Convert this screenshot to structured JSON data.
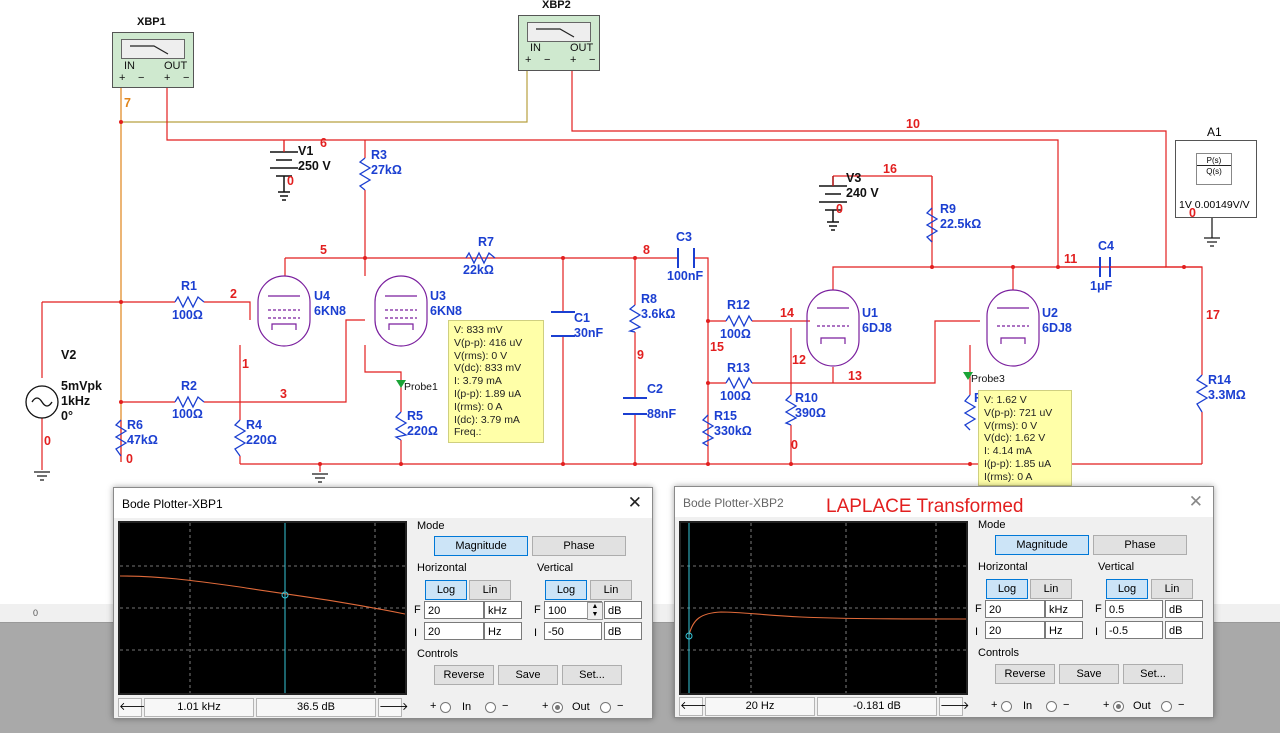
{
  "schematic": {
    "instruments": {
      "xbp1": "XBP1",
      "xbp2": "XBP2",
      "in": "IN",
      "out": "OUT",
      "plus": "+",
      "minus": "−"
    },
    "components": {
      "R1": {
        "name": "R1",
        "value": "100Ω"
      },
      "R2": {
        "name": "R2",
        "value": "100Ω"
      },
      "R3": {
        "name": "R3",
        "value": "27kΩ"
      },
      "R4": {
        "name": "R4",
        "value": "220Ω"
      },
      "R5": {
        "name": "R5",
        "value": "220Ω"
      },
      "R6": {
        "name": "R6",
        "value": "47kΩ"
      },
      "R7": {
        "name": "R7",
        "value": "22kΩ"
      },
      "R8": {
        "name": "R8",
        "value": "3.6kΩ"
      },
      "R9": {
        "name": "R9",
        "value": "22.5kΩ"
      },
      "R10": {
        "name": "R10",
        "value": "390Ω"
      },
      "R12": {
        "name": "R12",
        "value": "100Ω"
      },
      "R13": {
        "name": "R13",
        "value": "100Ω"
      },
      "R14": {
        "name": "R14",
        "value": "3.3MΩ"
      },
      "R15": {
        "name": "R15",
        "value": "330kΩ"
      },
      "R11_partial": {
        "name": "R"
      },
      "C1": {
        "name": "C1",
        "value": "30nF"
      },
      "C2": {
        "name": "C2",
        "value": "88nF"
      },
      "C3": {
        "name": "C3",
        "value": "100nF"
      },
      "C4": {
        "name": "C4",
        "value": "1μF"
      },
      "U1": {
        "name": "U1",
        "value": "6DJ8"
      },
      "U2": {
        "name": "U2",
        "value": "6DJ8"
      },
      "U3": {
        "name": "U3",
        "value": "6KN8"
      },
      "U4": {
        "name": "U4",
        "value": "6KN8"
      },
      "V1": {
        "name": "V1",
        "value": "250 V"
      },
      "V3": {
        "name": "V3",
        "value": "240 V"
      },
      "V2": {
        "name": "V2",
        "line1": "5mVpk",
        "line2": "1kHz",
        "line3": "0°"
      },
      "A1": {
        "name": "A1",
        "num": "P(s)",
        "den": "Q(s)",
        "param": "1V 0.00149V/V"
      }
    },
    "nets": [
      "0",
      "1",
      "2",
      "3",
      "5",
      "6",
      "7",
      "8",
      "9",
      "10",
      "11",
      "12",
      "13",
      "14",
      "15",
      "16",
      "17"
    ],
    "probe1": {
      "label": "Probe1",
      "lines": [
        "V: 833 mV",
        "V(p-p): 416 uV",
        "V(rms): 0 V",
        "V(dc): 833 mV",
        "I: 3.79 mA",
        "I(p-p): 1.89 uA",
        "I(rms): 0 A",
        "I(dc): 3.79 mA",
        "Freq.:"
      ]
    },
    "probe3": {
      "label": "Probe3",
      "lines": [
        "V: 1.62 V",
        "V(p-p): 721 uV",
        "V(rms): 0 V",
        "V(dc): 1.62 V",
        "I: 4.14 mA",
        "I(p-p): 1.85 uA",
        "I(rms): 0 A"
      ]
    },
    "tab_index": "0"
  },
  "bode1": {
    "title": "Bode Plotter-XBP1",
    "mode": {
      "label": "Mode",
      "magnitude": "Magnitude",
      "phase": "Phase",
      "selected": "Magnitude"
    },
    "horizontal": {
      "label": "Horizontal",
      "log": "Log",
      "lin": "Lin",
      "selected": "Log",
      "f_label": "F",
      "f_value": "20",
      "f_unit": "kHz",
      "i_label": "I",
      "i_value": "20",
      "i_unit": "Hz"
    },
    "vertical": {
      "label": "Vertical",
      "log": "Log",
      "lin": "Lin",
      "selected": "Log",
      "f_label": "F",
      "f_value": "100",
      "f_unit": "dB",
      "i_label": "I",
      "i_value": "-50",
      "i_unit": "dB"
    },
    "controls": {
      "label": "Controls",
      "reverse": "Reverse",
      "save": "Save",
      "set": "Set..."
    },
    "readout": {
      "freq": "1.01 kHz",
      "value": "36.5 dB"
    },
    "io": {
      "plus": "+",
      "minus": "−",
      "in": "In",
      "out": "Out"
    }
  },
  "bode2": {
    "title": "Bode Plotter-XBP2",
    "caption": "LAPLACE Transformed",
    "mode": {
      "label": "Mode",
      "magnitude": "Magnitude",
      "phase": "Phase",
      "selected": "Magnitude"
    },
    "horizontal": {
      "label": "Horizontal",
      "log": "Log",
      "lin": "Lin",
      "selected": "Log",
      "f_label": "F",
      "f_value": "20",
      "f_unit": "kHz",
      "i_label": "I",
      "i_value": "20",
      "i_unit": "Hz"
    },
    "vertical": {
      "label": "Vertical",
      "log": "Log",
      "lin": "Lin",
      "selected": "Log",
      "f_label": "F",
      "f_value": "0.5",
      "f_unit": "dB",
      "i_label": "I",
      "i_value": "-0.5",
      "i_unit": "dB"
    },
    "controls": {
      "label": "Controls",
      "reverse": "Reverse",
      "save": "Save",
      "set": "Set..."
    },
    "readout": {
      "freq": "20  Hz",
      "value": "-0.181 dB"
    },
    "io": {
      "plus": "+",
      "minus": "−",
      "in": "In",
      "out": "Out"
    }
  },
  "colors": {
    "wire": "#e21f1f",
    "wire_dark": "#b02020",
    "orange_wire": "#e0841a",
    "olive_wire": "#b8a040",
    "component_blue": "#1b3fd1",
    "tube_purple": "#7a1f9e",
    "plot_curve": "#e06a3a",
    "plot_cursor": "#36c6d9",
    "grid": "#9a9a9a",
    "active_button": "#cce4f7"
  }
}
